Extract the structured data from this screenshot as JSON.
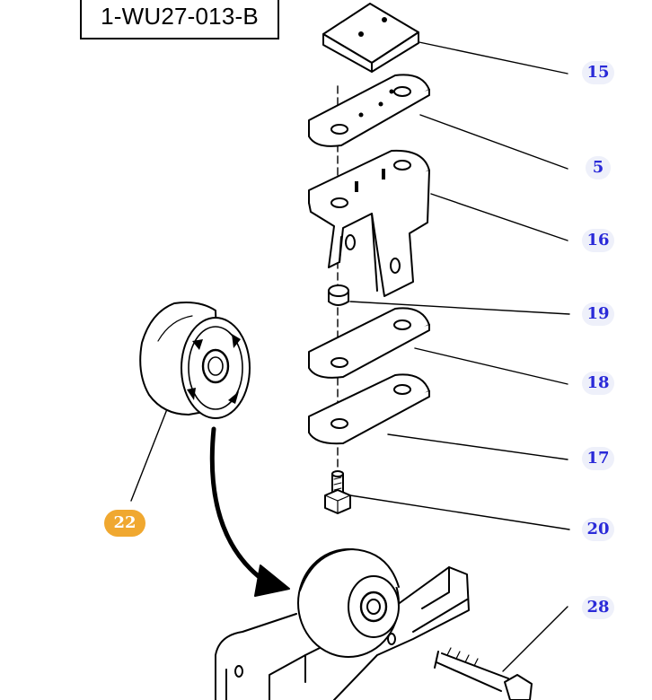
{
  "diagram": {
    "code": "1-WU27-013-B",
    "callouts": [
      {
        "id": "c15",
        "label": "15",
        "selected": false
      },
      {
        "id": "c5",
        "label": "5",
        "selected": false
      },
      {
        "id": "c16",
        "label": "16",
        "selected": false
      },
      {
        "id": "c19",
        "label": "19",
        "selected": false
      },
      {
        "id": "c18",
        "label": "18",
        "selected": false
      },
      {
        "id": "c17",
        "label": "17",
        "selected": false
      },
      {
        "id": "c20",
        "label": "20",
        "selected": false
      },
      {
        "id": "c22",
        "label": "22",
        "selected": true
      },
      {
        "id": "c28",
        "label": "28",
        "selected": false
      }
    ],
    "colors": {
      "callout_bg": "#eef0fa",
      "callout_text": "#2a2ad8",
      "selected_bg": "#f0a830",
      "selected_text": "#ffffff",
      "line": "#000000"
    }
  }
}
